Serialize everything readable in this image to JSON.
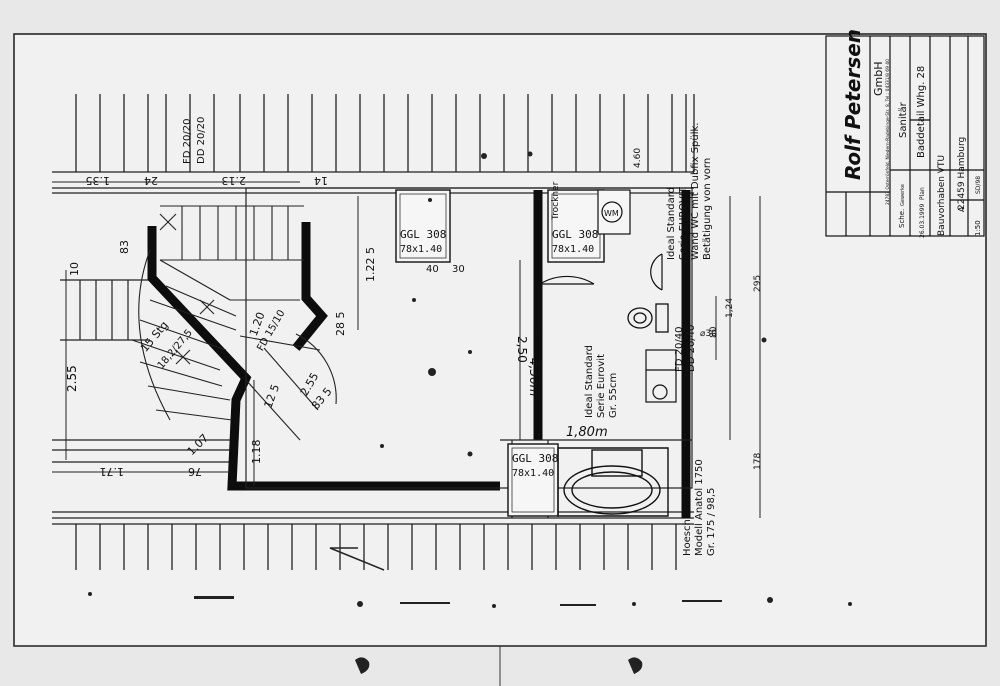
{
  "plan": {
    "dims": {
      "d135": "1.35",
      "d24": "24",
      "d213": "2.13",
      "d14": "14",
      "d83": "83",
      "d10": "10",
      "d255": "2.55",
      "d122": "1.22 5",
      "d120": "1.20",
      "d285": "28 5",
      "d255b": "2.55",
      "d118": "1.18",
      "d107": "1.07",
      "d171": "1.71",
      "d76": "76",
      "d295": "295",
      "d178": "178",
      "d250": "2,50",
      "d180": "1,80m",
      "d430": "4,30m",
      "d460": "4.60",
      "d124": "1,24",
      "d40": "40",
      "d80": "80",
      "d83b": "83 5",
      "d125": "12 5",
      "dcirc": "⌀30",
      "d30": "30"
    },
    "labels": {
      "fd_upper_1": "FD 20/20",
      "fd_upper_2": "DD 20/20",
      "fd_stair": "FD 15/10",
      "fd_lower_1": "FD 20/40",
      "fd_lower_2": "DD 20/40",
      "stair_1": "15 Stg",
      "stair_2": "18,2/27,5",
      "win1_1": "GGL 308",
      "win1_2": "78x1.40",
      "win2_1": "GGL 308",
      "win2_2": "78x1.40",
      "win3_1": "GGL 308",
      "win3_2": "78x1.40",
      "wm": "WM",
      "trockner": "Trockner",
      "basin_1": "Ideal Standard",
      "basin_2": "Serie Eurovit",
      "basin_3": "Gr. 55cm",
      "wc_1": "Ideal Standard",
      "wc_2": "Serie EUROVIT",
      "wc_3": "Wand WC mit Dubfix Spülk.",
      "wc_4": "Betätigung von vorn",
      "tub_1": "Hoesch",
      "tub_2": "Modell Anatol 1750",
      "tub_3": "Gr. 175 / 98,5"
    }
  },
  "title_block": {
    "company": "Rolf Petersen",
    "company_suffix": "GmbH",
    "company_address": "24783 Osterrönfeld, Niedern-Radebinge-Str. 8, Tel.: 04331/8 69 40",
    "trade_label": "Gewerke",
    "trade_value": "Sanitär",
    "plan_label": "Plan",
    "plan_value": "Baddetail Whg. 28",
    "drawn_by": "Sche.",
    "date": "26.03.1999",
    "client": "Bauvorhaben VTU",
    "location": "22459 Hamburg",
    "scale": "1:50",
    "sheet_no": "A",
    "sheet_code": "SD/98"
  }
}
